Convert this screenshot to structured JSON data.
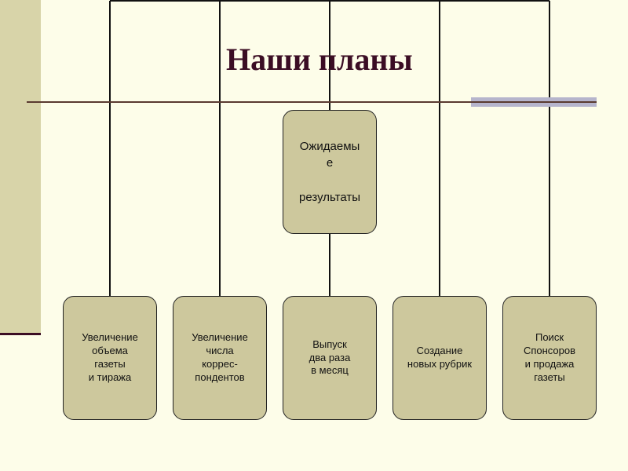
{
  "title": "Наши планы",
  "center_node": {
    "text": "Ожидаемы\nе\n\nрезультаты"
  },
  "leaf_nodes": [
    {
      "text": "Увеличение\nобъема\nгазеты\nи тиража"
    },
    {
      "text": "Увеличение\nчисла\nкоррес-\nпондентов"
    },
    {
      "text": "Выпуск\nдва раза\nв месяц"
    },
    {
      "text": "Создание\nновых рубрик"
    },
    {
      "text": "Поиск\nСпонсоров\nи продажа\nгазеты"
    }
  ],
  "colors": {
    "background": "#fdfde9",
    "side_band": "#d8d4a9",
    "title": "#3b0d24",
    "node_fill": "#cdc89d",
    "node_border": "#222222",
    "rule_accent": "#b6b5cc"
  }
}
